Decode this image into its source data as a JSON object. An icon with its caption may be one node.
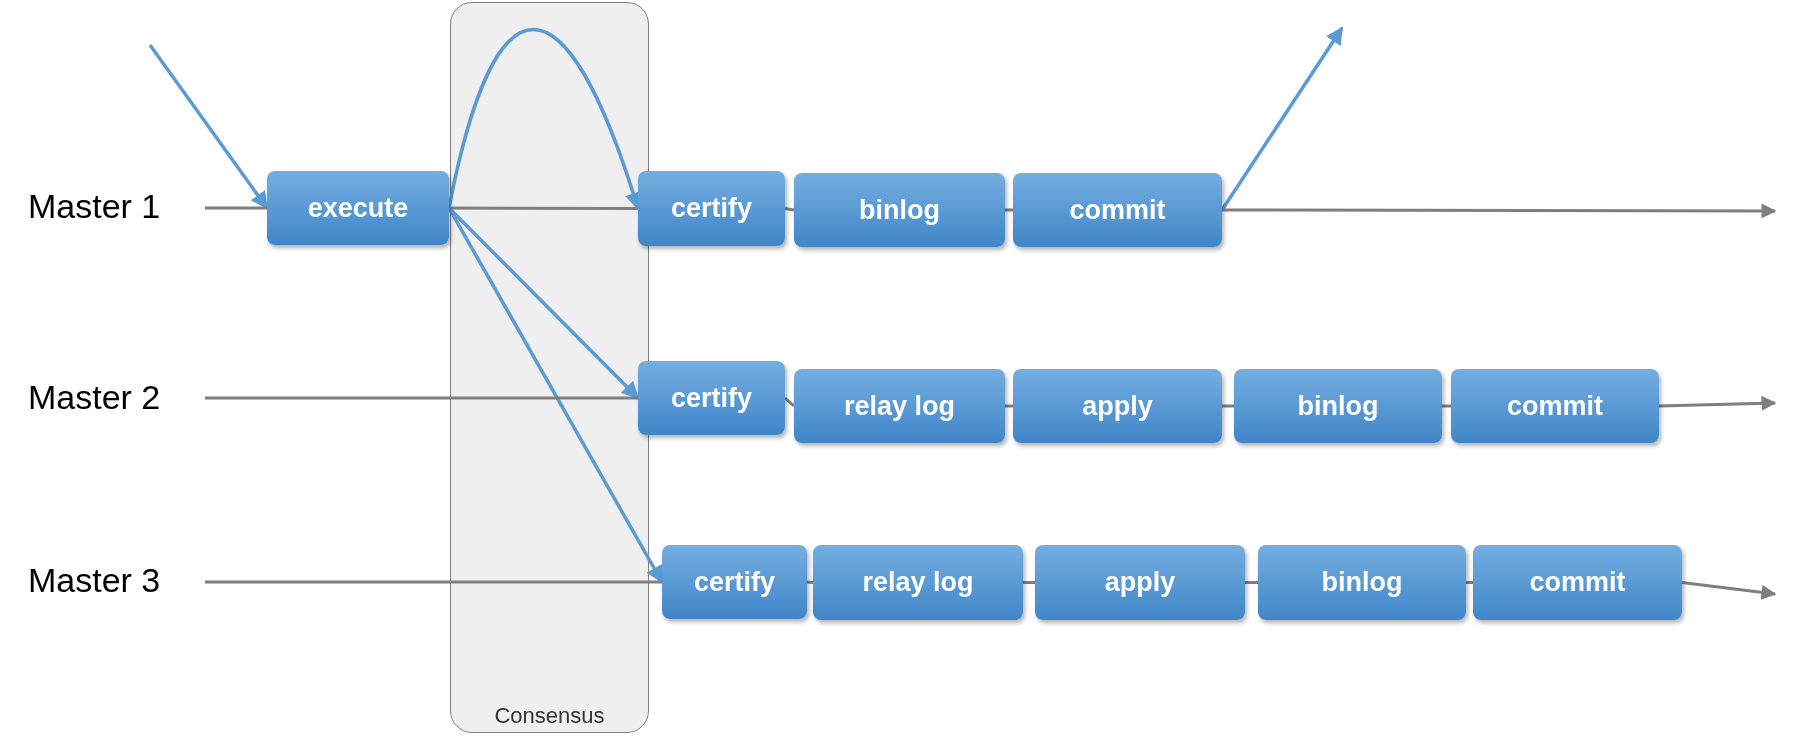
{
  "diagram": {
    "nodes": [
      {
        "text": [
          "Master 1"
        ]
      },
      {
        "text": [
          "Master 2"
        ]
      },
      {
        "text": [
          "Master 3"
        ]
      },
      {
        "text": [
          "execute"
        ]
      },
      {
        "text": [
          "certify"
        ]
      },
      {
        "text": [
          "binlog"
        ]
      },
      {
        "text": [
          "commit"
        ]
      },
      {
        "text": [
          "certify"
        ]
      },
      {
        "text": [
          "relay log"
        ]
      },
      {
        "text": [
          "apply"
        ]
      },
      {
        "text": [
          "binlog"
        ]
      },
      {
        "text": [
          "commit"
        ]
      },
      {
        "text": [
          "certify"
        ]
      },
      {
        "text": [
          "relay log"
        ]
      },
      {
        "text": [
          "apply"
        ]
      },
      {
        "text": [
          "binlog"
        ]
      },
      {
        "text": [
          "commit"
        ]
      }
    ],
    "edges": [
      {
        "from": null,
        "to": 3,
        "arrow": "to",
        "color": "#5b9bd5"
      },
      {
        "from": 0,
        "to": 3,
        "arrow": "none"
      },
      {
        "from": 3,
        "to": 4,
        "arrow": "none"
      },
      {
        "from": 3,
        "to": 4,
        "arrow": "to",
        "color": "#5b9bd5"
      },
      {
        "from": 3,
        "to": 7,
        "arrow": "to",
        "color": "#5b9bd5"
      },
      {
        "from": 3,
        "to": 12,
        "arrow": "to",
        "color": "#5b9bd5"
      },
      {
        "from": 4,
        "to": 5,
        "arrow": "none"
      },
      {
        "from": 5,
        "to": 6,
        "arrow": "none"
      },
      {
        "from": 6,
        "to": null,
        "arrow": "to"
      },
      {
        "from": 6,
        "to": null,
        "arrow": "to",
        "color": "#5b9bd5"
      },
      {
        "from": 1,
        "to": 7,
        "arrow": "none"
      },
      {
        "from": 7,
        "to": 8,
        "arrow": "none"
      },
      {
        "from": 8,
        "to": 9,
        "arrow": "none"
      },
      {
        "from": 9,
        "to": 10,
        "arrow": "none"
      },
      {
        "from": 10,
        "to": 11,
        "arrow": "none"
      },
      {
        "from": 11,
        "to": null,
        "arrow": "to"
      },
      {
        "from": 2,
        "to": 12,
        "arrow": "none"
      },
      {
        "from": 12,
        "to": 13,
        "arrow": "none"
      },
      {
        "from": 13,
        "to": 14,
        "arrow": "none"
      },
      {
        "from": 14,
        "to": 15,
        "arrow": "none"
      },
      {
        "from": 15,
        "to": 16,
        "arrow": "none"
      },
      {
        "from": 16,
        "to": null,
        "arrow": "to"
      }
    ],
    "labels": [
      "Consensus"
    ]
  }
}
